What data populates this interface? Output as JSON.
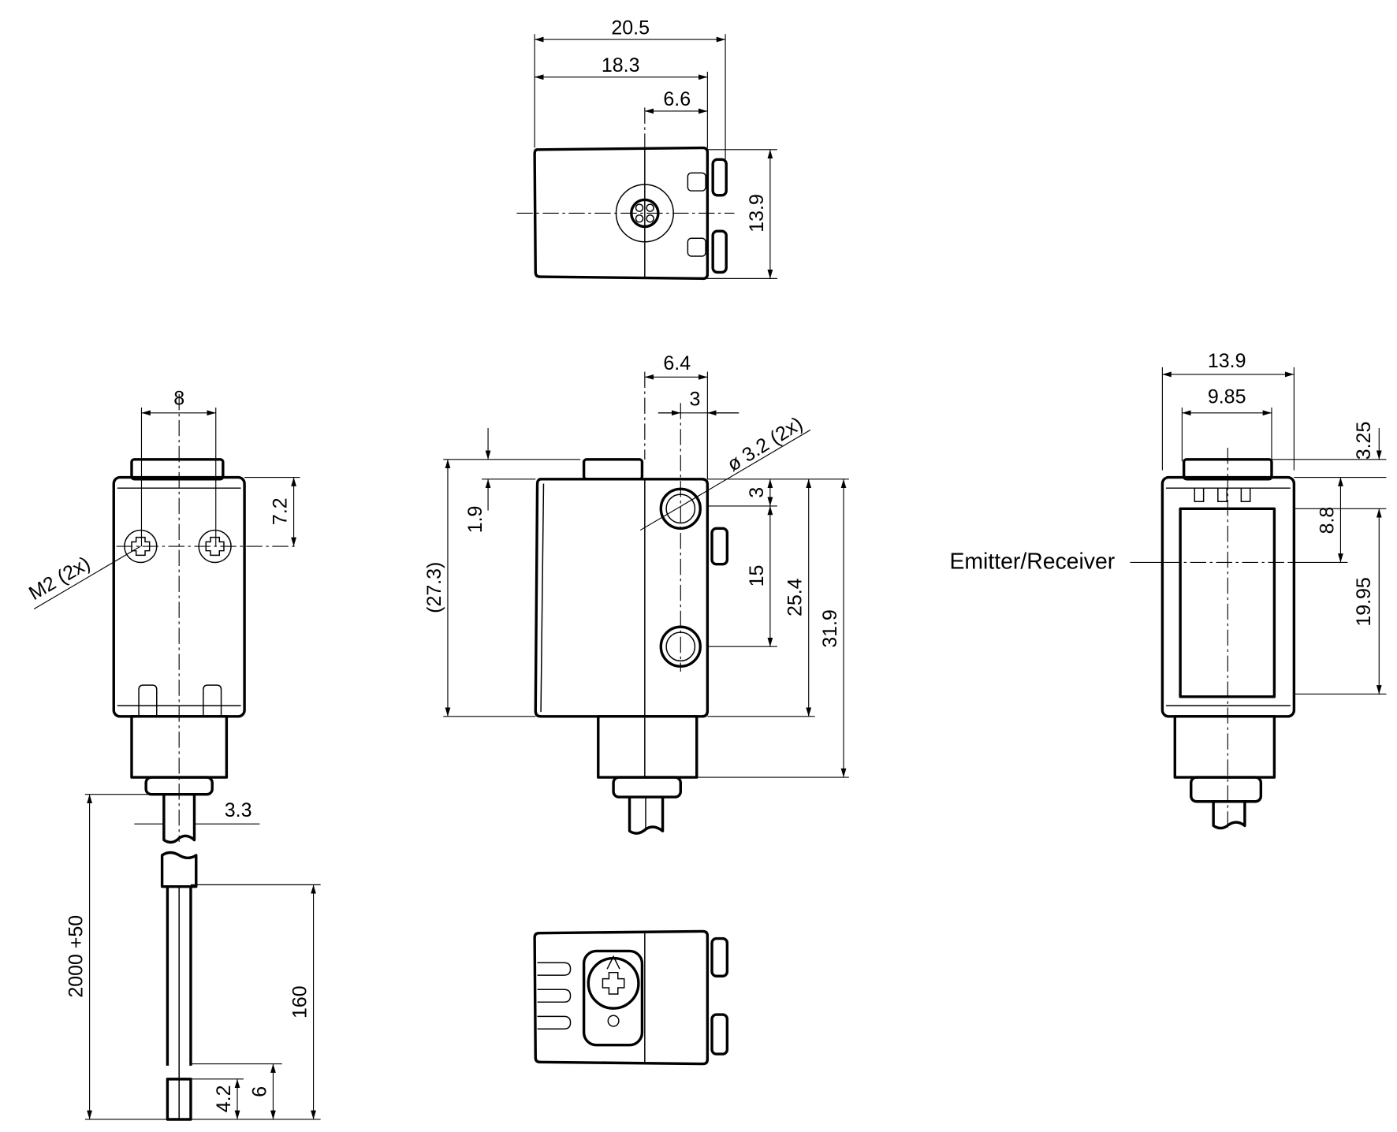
{
  "title": "Sensor dimension drawing",
  "top_view": {
    "dims": [
      "20.5",
      "18.3",
      "6.6",
      "13.9"
    ]
  },
  "left_view": {
    "dims": [
      "8",
      "7.2",
      "M2 (2x)",
      "3.3",
      "2000 +50",
      "160",
      "6",
      "4.2"
    ]
  },
  "front_view": {
    "dims": [
      "6.4",
      "3",
      "ø 3.2 (2x)",
      "1.9",
      "(27.3)",
      "3",
      "15",
      "25.4",
      "31.9"
    ]
  },
  "right_view": {
    "dims": [
      "13.9",
      "9.85",
      "3.25",
      "8.8",
      "19.95"
    ],
    "label": "Emitter/Receiver"
  },
  "colors": {
    "line": "#000000",
    "background": "#ffffff"
  }
}
